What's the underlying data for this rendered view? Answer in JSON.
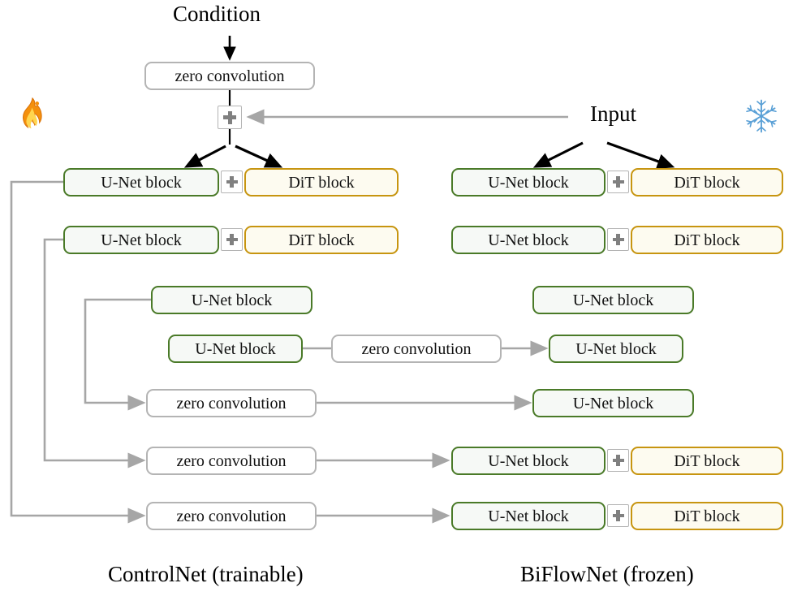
{
  "diagram": {
    "title_labels": {
      "condition": "Condition",
      "input": "Input"
    },
    "captions": {
      "left": "ControlNet (trainable)",
      "right": "BiFlowNet (frozen)"
    },
    "icons": {
      "fire": "fire-emoji",
      "snowflake": "snowflake-emoji",
      "plus": "plus-icon"
    },
    "colors": {
      "unet_border": "#4a7a28",
      "unet_fill": "#f6f9f6",
      "dit_border": "#c79510",
      "dit_fill": "#fdfbf0",
      "zeroconv_border": "#b4b4b4",
      "zeroconv_fill": "#ffffff",
      "wire": "#a6a6a6",
      "arrow_black": "#000000",
      "plus_glyph": "#808080"
    },
    "labels": {
      "unet": "U-Net block",
      "dit": "DiT block",
      "zeroconv": "zero convolution"
    },
    "left_column": {
      "name": "ControlNet (trainable)",
      "top_zero_convolution": "zero convolution",
      "rows": [
        {
          "id": "L1",
          "type": "unet+dit",
          "unet": "U-Net block",
          "dit": "DiT block"
        },
        {
          "id": "L2",
          "type": "unet+dit",
          "unet": "U-Net block",
          "dit": "DiT block"
        },
        {
          "id": "L3",
          "type": "unet",
          "unet": "U-Net block"
        },
        {
          "id": "L4",
          "type": "unet+zeroconv",
          "unet": "U-Net block",
          "zeroconv": "zero convolution"
        },
        {
          "id": "L5",
          "type": "zeroconv",
          "zeroconv": "zero convolution"
        },
        {
          "id": "L6",
          "type": "zeroconv",
          "zeroconv": "zero convolution"
        },
        {
          "id": "L7",
          "type": "zeroconv",
          "zeroconv": "zero convolution"
        }
      ]
    },
    "right_column": {
      "name": "BiFlowNet (frozen)",
      "rows": [
        {
          "id": "R1",
          "type": "unet+dit",
          "unet": "U-Net block",
          "dit": "DiT block"
        },
        {
          "id": "R2",
          "type": "unet+dit",
          "unet": "U-Net block",
          "dit": "DiT block"
        },
        {
          "id": "R3",
          "type": "unet",
          "unet": "U-Net block"
        },
        {
          "id": "R4",
          "type": "unet",
          "unet": "U-Net block"
        },
        {
          "id": "R5",
          "type": "unet",
          "unet": "U-Net block"
        },
        {
          "id": "R6",
          "type": "unet+dit",
          "unet": "U-Net block",
          "dit": "DiT block"
        },
        {
          "id": "R7",
          "type": "unet+dit",
          "unet": "U-Net block",
          "dit": "DiT block"
        }
      ]
    }
  }
}
